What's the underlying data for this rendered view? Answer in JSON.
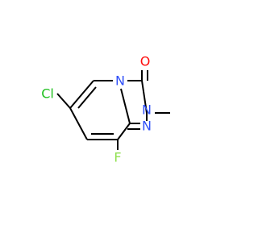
{
  "atoms": {
    "oxygen": {
      "text": "O",
      "color": "#ff0d0d"
    },
    "chlorine": {
      "text": "Cl",
      "color": "#1fc01f"
    },
    "fluorine": {
      "text": "F",
      "color": "#90e050"
    },
    "n_bridge": {
      "text": "N",
      "color": "#3050f8"
    },
    "n_methyl": {
      "text": "N",
      "color": "#3050f8"
    },
    "n_imine": {
      "text": "N",
      "color": "#3050f8"
    }
  }
}
